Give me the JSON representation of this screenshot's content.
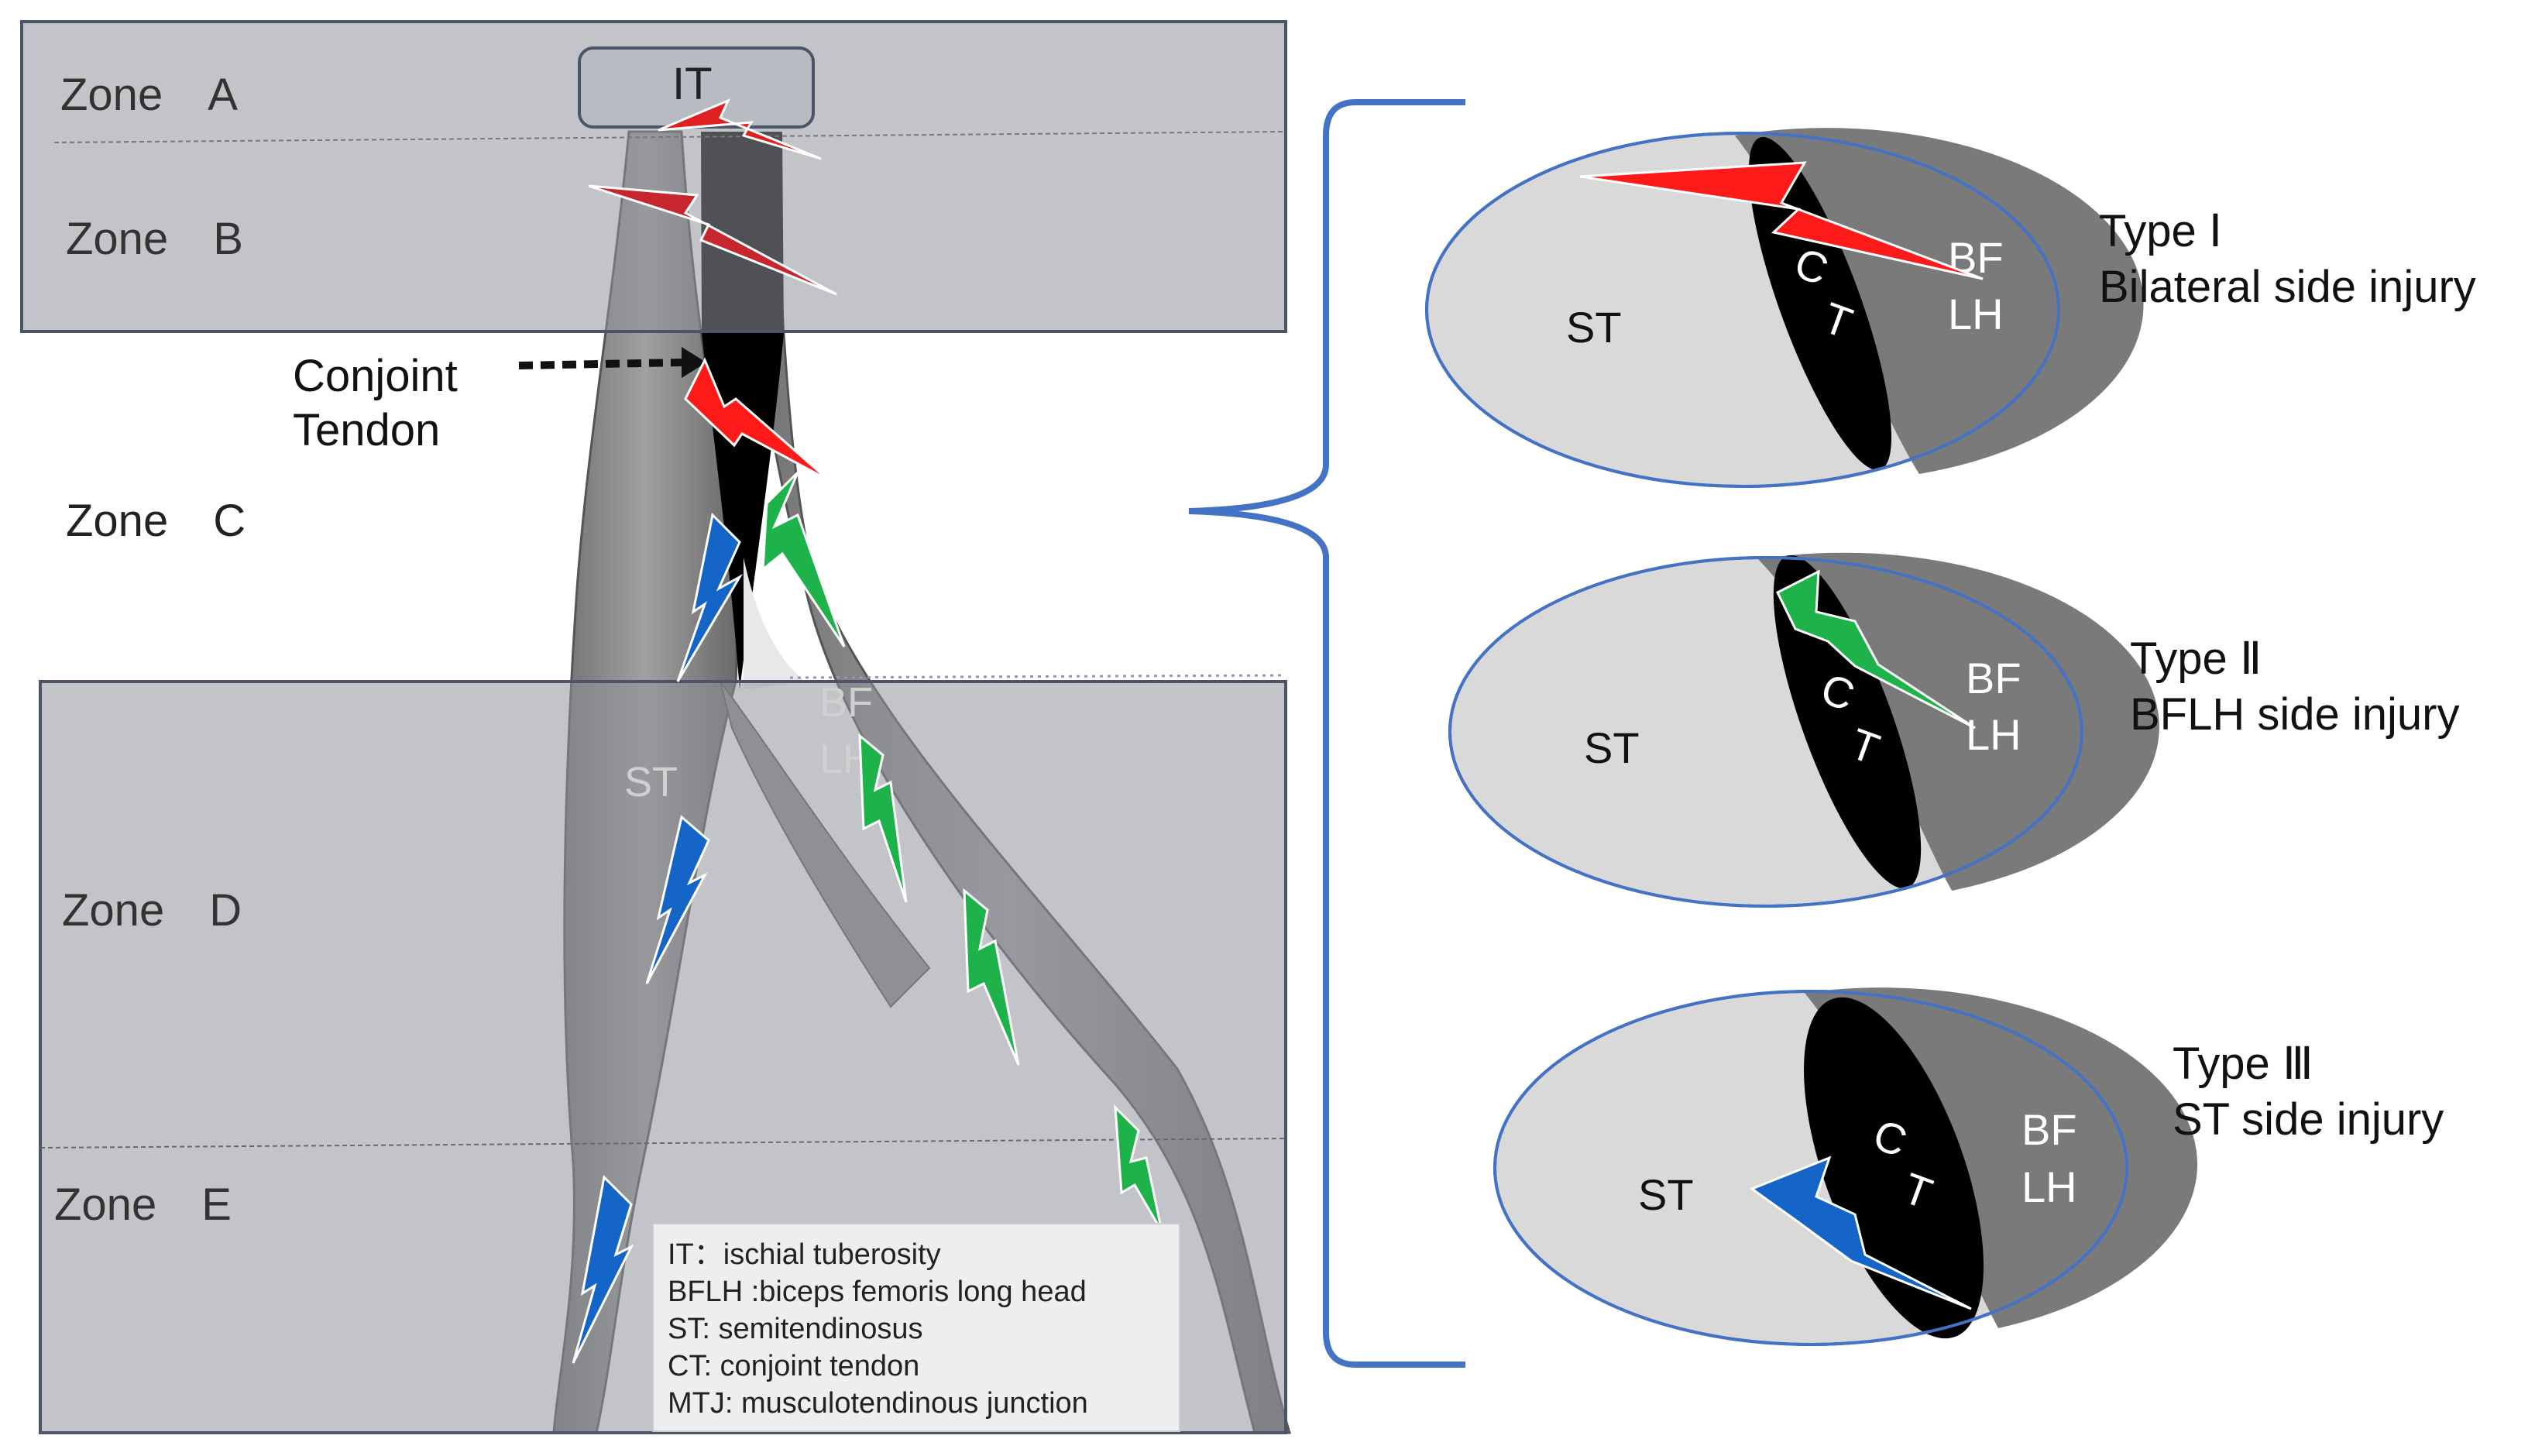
{
  "zones": {
    "a": "Zone　A",
    "b": "Zone　B",
    "c": "Zone　C",
    "d": "Zone　D",
    "e": "Zone　E"
  },
  "labels": {
    "it": "IT",
    "conjoint_tendon_line1": "Conjoint",
    "conjoint_tendon_line2": "Tendon",
    "st": "ST",
    "bflh_line1": "BF",
    "bflh_line2": "LH"
  },
  "legend": [
    "IT：ischial tuberosity",
    "BFLH :biceps femoris long head",
    "ST: semitendinosus",
    "CT: conjoint tendon",
    "MTJ: musculotendinous junction"
  ],
  "types": [
    {
      "title": "Type Ⅰ",
      "subtitle": "Bilateral side injury",
      "st": "ST",
      "ct_c": "C",
      "ct_t": "T",
      "bf": "BF",
      "lh": "LH",
      "bolt_color": "#ff1a1a"
    },
    {
      "title": "Type Ⅱ",
      "subtitle": "BFLH side injury",
      "st": "ST",
      "ct_c": "C",
      "ct_t": "T",
      "bf": "BF",
      "lh": "LH",
      "bolt_color": "#1db34a"
    },
    {
      "title": "Type Ⅲ",
      "subtitle": "ST side injury",
      "st": "ST",
      "ct_c": "C",
      "ct_t": "T",
      "bf": "BF",
      "lh": "LH",
      "bolt_color": "#1565c8"
    }
  ],
  "colors": {
    "zone_shade": "#8f9399",
    "muscle": "#8a8a8a",
    "tendon": "#000000",
    "st_region": "#d9d9d9",
    "bflh_region": "#7a7a7a",
    "bracket": "#4472c4",
    "red_bolt": "#ff1a1a",
    "green_bolt": "#1db34a",
    "blue_bolt": "#1565c8"
  }
}
